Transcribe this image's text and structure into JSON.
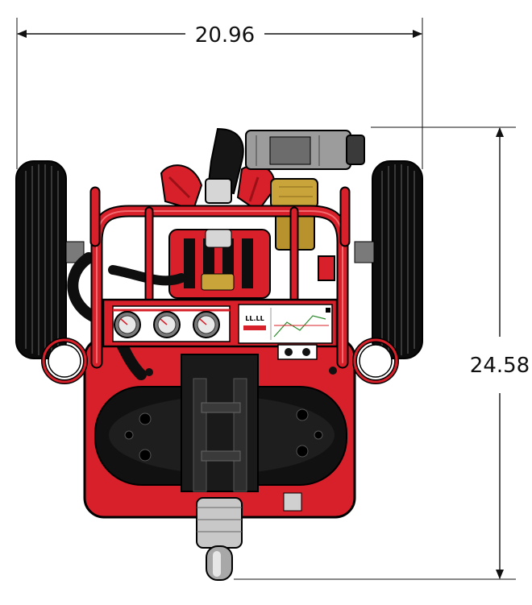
{
  "drawing": {
    "view": "top view",
    "colors": {
      "frame_red": "#d8202a",
      "dark_red": "#9a1016",
      "tank_black": "#111111",
      "tire_black": "#0c0c0c",
      "brass": "#c9a43a",
      "chrome": "#b8b8b8",
      "line": "#111111"
    }
  },
  "dimensions": {
    "width": {
      "value": "20.96",
      "orientation": "horizontal"
    },
    "height": {
      "value": "24.58",
      "orientation": "vertical"
    }
  },
  "machine": {
    "gauges": {
      "count": 3
    },
    "label_panel": {
      "title": "LL.LL"
    }
  }
}
